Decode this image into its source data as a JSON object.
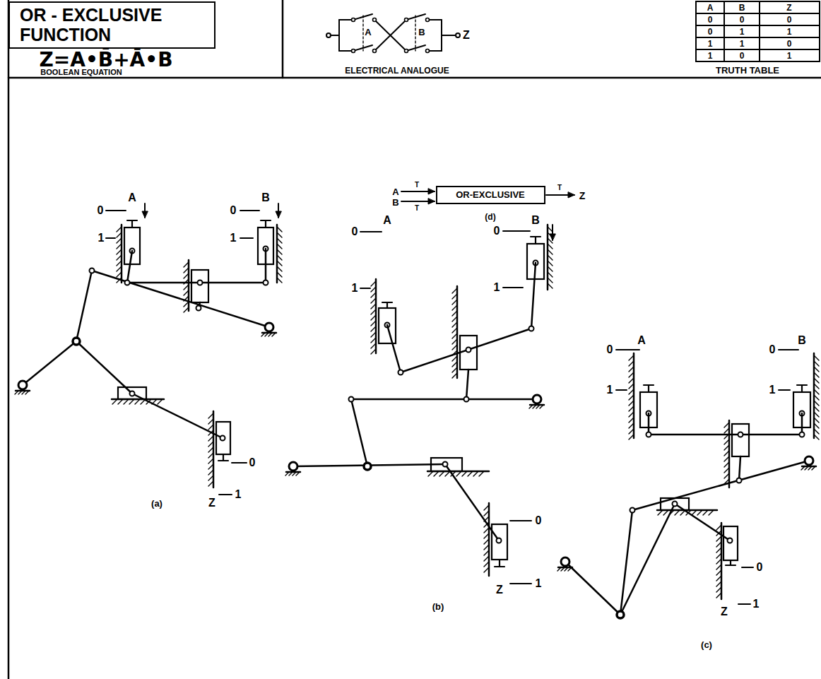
{
  "diagram": {
    "title": "OR - EXCLUSIVE FUNCTION",
    "nodes": [
      {
        "text": [
          "OR-EXCLUSIVE"
        ]
      }
    ],
    "labels": [
      "Z=A•B̄+Ā•B",
      "BOOLEAN EQUATION",
      "A",
      "B",
      "Z",
      "ELECTRICAL ANALOGUE",
      "A",
      "B",
      "Z",
      "0",
      "0",
      "0",
      "0",
      "1",
      "1",
      "1",
      "1",
      "0",
      "1",
      "0",
      "1",
      "TRUTH TABLE",
      "A",
      "T",
      "B",
      "T",
      "T",
      "Z",
      "(d)",
      "A",
      "0",
      "1",
      "B",
      "0",
      "1",
      "0",
      "Z",
      "1",
      "(a)",
      "0",
      "A",
      "1",
      "0",
      "B",
      "1",
      "0",
      "Z",
      "1",
      "(b)",
      "A",
      "0",
      "1",
      "B",
      "0",
      "1",
      "0",
      "Z",
      "1",
      "(c)"
    ]
  }
}
